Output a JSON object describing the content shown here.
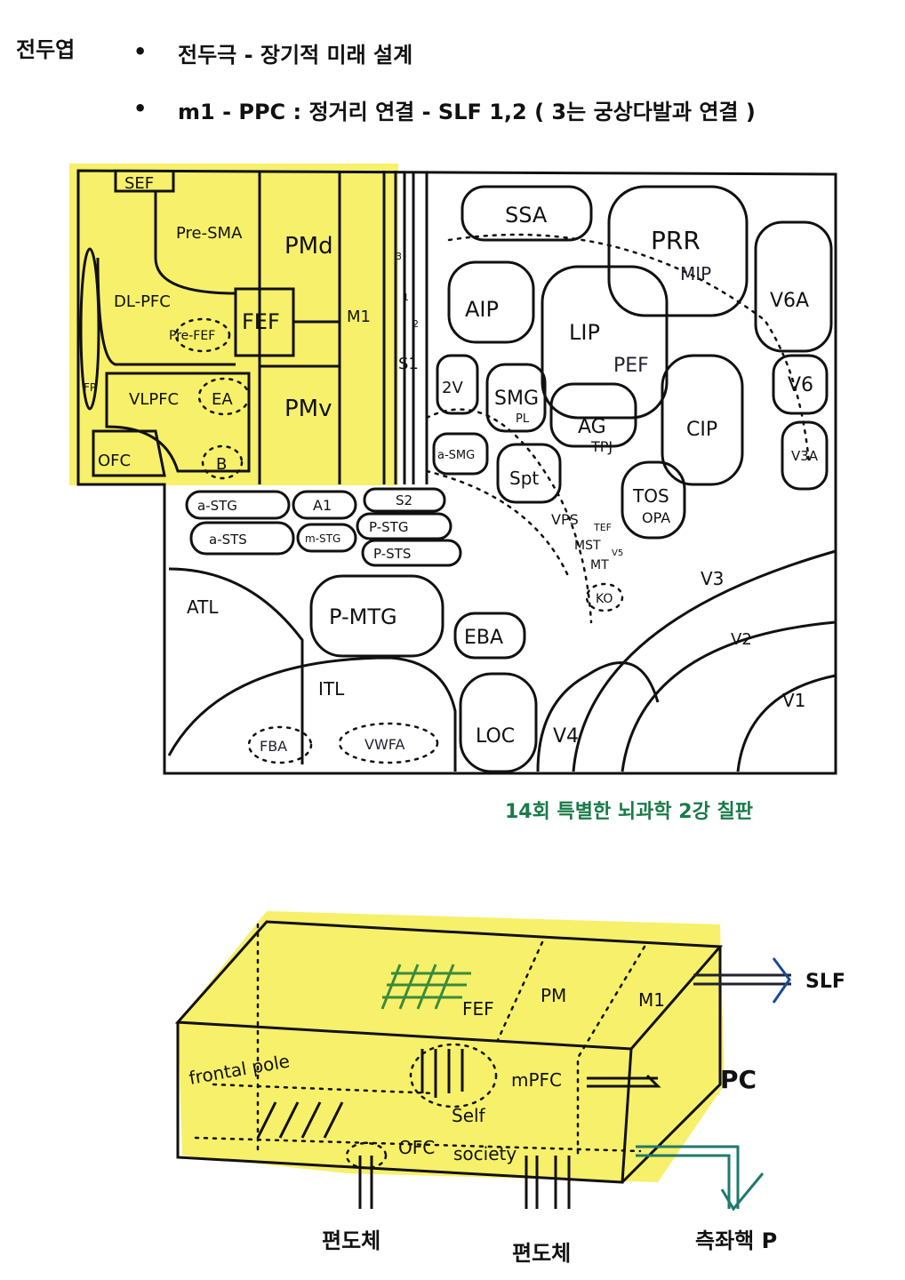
{
  "header": {
    "section_title": "전두엽",
    "bullets": [
      "전두극 -  장기적 미래 설계",
      "m1 -   PPC  : 정거리 연결  - SLF 1,2 ( 3는 궁상다발과 연결 )"
    ]
  },
  "brain_map": {
    "labels": [
      "SEF",
      "Pre-SMA",
      "PMd",
      "DL-PFC",
      "Pre-FEF",
      "FEF",
      "M1",
      "VLPFC",
      "EA",
      "FP",
      "OFC",
      "B",
      "PMv",
      "3",
      "1",
      "2",
      "S1",
      "SSA",
      "PRR",
      "MIP",
      "V6A",
      "AIP",
      "LIP",
      "PEF",
      "2V",
      "SMG",
      "PL",
      "AG",
      "TPJ",
      "CIP",
      "V6",
      "a-SMG",
      "Spt",
      "TOS",
      "OPA",
      "V3A",
      "VPS",
      "TEF",
      "MST",
      "MT",
      "V5",
      "KO",
      "a-STG",
      "A1",
      "S2",
      "a-STS",
      "m-STG",
      "P-STG",
      "P-STS",
      "ATL",
      "P-MTG",
      "EBA",
      "V3",
      "V2",
      "V1",
      "ITL",
      "FBA",
      "VWFA",
      "LOC",
      "V4"
    ],
    "caption": "14회 특별한 뇌과학 2강 칠판",
    "caption_color": "#1a7a4a",
    "highlight_color": "#f7f06a"
  },
  "box_diagram": {
    "labels": {
      "fef": "FEF",
      "pm": "PM",
      "m1": "M1",
      "frontal_pole": "frontal pole",
      "mpfc": "mPFC",
      "self": "Self",
      "ofc": "OFC",
      "society": "society"
    },
    "slf": "SLF",
    "pc": "PC",
    "amygdala_1": "편도체",
    "amygdala_2": "편도체",
    "nucleus_accumbens": "측좌핵 P"
  }
}
